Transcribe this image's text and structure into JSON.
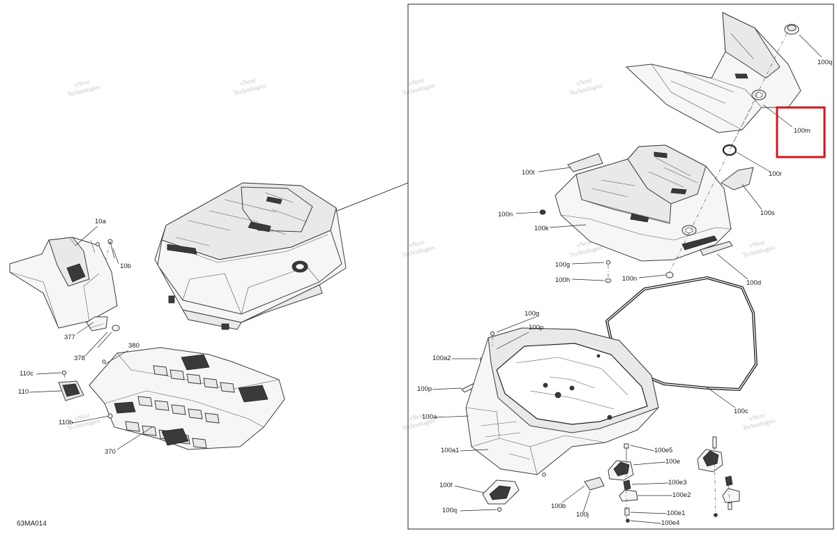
{
  "diagram_code": "63MA014",
  "watermark": {
    "line1": "vNext",
    "line2": "Technologies"
  },
  "highlight_color": "#d6141b",
  "callouts": [
    {
      "id": "10a",
      "text": "10a"
    },
    {
      "id": "10b",
      "text": "10b"
    },
    {
      "id": "377",
      "text": "377"
    },
    {
      "id": "378",
      "text": "378"
    },
    {
      "id": "380",
      "text": "380"
    },
    {
      "id": "110c",
      "text": "110c"
    },
    {
      "id": "110",
      "text": "110"
    },
    {
      "id": "110b",
      "text": "110b"
    },
    {
      "id": "370",
      "text": "370"
    },
    {
      "id": "100q_top",
      "text": "100q"
    },
    {
      "id": "100m",
      "text": "100m"
    },
    {
      "id": "100r",
      "text": "100r"
    },
    {
      "id": "100t",
      "text": "100t"
    },
    {
      "id": "100s",
      "text": "100s"
    },
    {
      "id": "100n_left",
      "text": "100n"
    },
    {
      "id": "100k",
      "text": "100k"
    },
    {
      "id": "100g_top",
      "text": "100g"
    },
    {
      "id": "100h",
      "text": "100h"
    },
    {
      "id": "100n_bottom",
      "text": "100n"
    },
    {
      "id": "100d",
      "text": "100d"
    },
    {
      "id": "100g_mid",
      "text": "100g"
    },
    {
      "id": "100p_top",
      "text": "100p"
    },
    {
      "id": "100a2",
      "text": "100a2"
    },
    {
      "id": "100p_left",
      "text": "100p"
    },
    {
      "id": "100c",
      "text": "100c"
    },
    {
      "id": "100a",
      "text": "100a"
    },
    {
      "id": "100a1",
      "text": "100a1"
    },
    {
      "id": "100e5",
      "text": "100e5"
    },
    {
      "id": "100e",
      "text": "100e"
    },
    {
      "id": "100e3",
      "text": "100e3"
    },
    {
      "id": "100f",
      "text": "100f"
    },
    {
      "id": "100e2",
      "text": "100e2"
    },
    {
      "id": "100b",
      "text": "100b"
    },
    {
      "id": "100e1",
      "text": "100e1"
    },
    {
      "id": "100q_bottom",
      "text": "100q"
    },
    {
      "id": "100j",
      "text": "100j"
    },
    {
      "id": "100e4",
      "text": "100e4"
    }
  ]
}
